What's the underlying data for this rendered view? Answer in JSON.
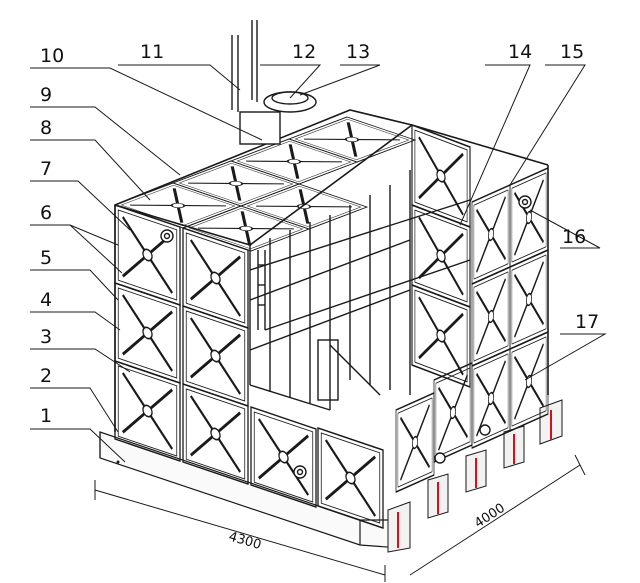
{
  "callouts": {
    "c1": "1",
    "c2": "2",
    "c3": "3",
    "c4": "4",
    "c5": "5",
    "c6": "6",
    "c7": "7",
    "c8": "8",
    "c9": "9",
    "c10": "10",
    "c11": "11",
    "c12": "12",
    "c13": "13",
    "c14": "14",
    "c15": "15",
    "c16": "16",
    "c17": "17"
  },
  "dimensions": {
    "length": "4300",
    "width": "4000"
  },
  "colors": {
    "line": "#1a1a1a",
    "accent": "#d0121b"
  }
}
